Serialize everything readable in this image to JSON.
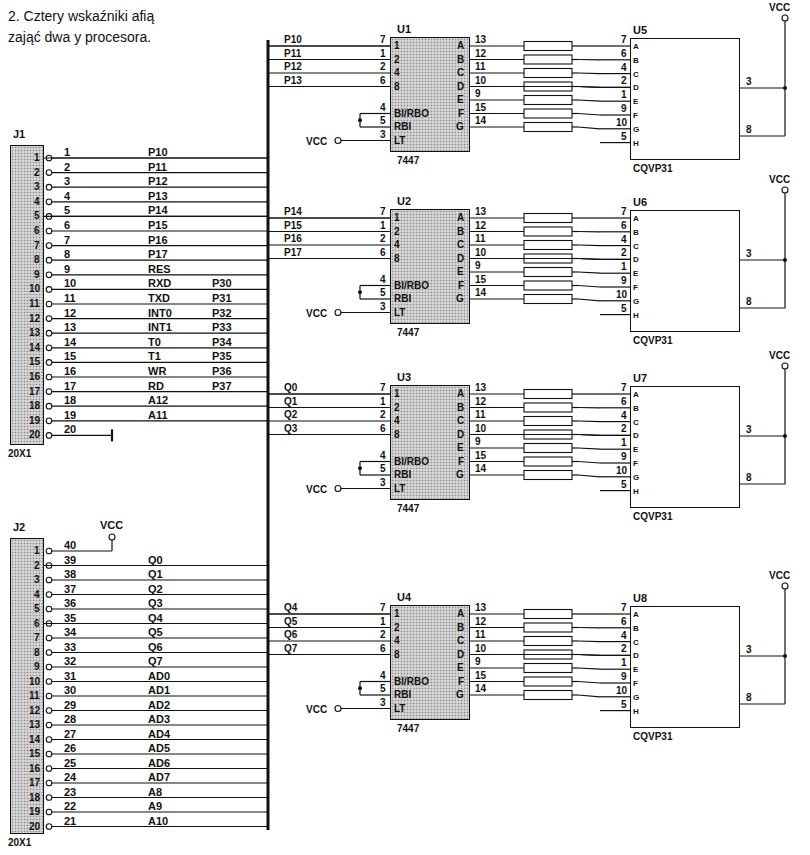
{
  "diagram": {
    "caption": "2. Cztery wskaźniki afią zająć dwa y procesora.",
    "nodes": [
      {
        "text": [
          "J1",
          "1",
          "2",
          "3",
          "4",
          "5",
          "6",
          "7",
          "8",
          "9",
          "10",
          "11",
          "12",
          "13",
          "14",
          "15",
          "16",
          "17",
          "18",
          "19",
          "20",
          "20X1"
        ]
      },
      {
        "text": [
          "J2",
          "1",
          "2",
          "3",
          "4",
          "5",
          "6",
          "7",
          "8",
          "9",
          "10",
          "11",
          "12",
          "13",
          "14",
          "15",
          "16",
          "17",
          "18",
          "19",
          "20",
          "20X1"
        ]
      },
      {
        "text": [
          "U1",
          "1",
          "2",
          "4",
          "8",
          "BI/RBO",
          "RBI",
          "LT",
          "A",
          "B",
          "C",
          "D",
          "E",
          "F",
          "G",
          "7447"
        ]
      },
      {
        "text": [
          "U2",
          "1",
          "2",
          "4",
          "8",
          "BI/RBO",
          "RBI",
          "LT",
          "A",
          "B",
          "C",
          "D",
          "E",
          "F",
          "G",
          "7447"
        ]
      },
      {
        "text": [
          "U3",
          "1",
          "2",
          "4",
          "8",
          "BI/RBO",
          "RBI",
          "LT",
          "A",
          "B",
          "C",
          "D",
          "E",
          "F",
          "G",
          "7447"
        ]
      },
      {
        "text": [
          "U4",
          "1",
          "2",
          "4",
          "8",
          "BI/RBO",
          "RBI",
          "LT",
          "A",
          "B",
          "C",
          "D",
          "E",
          "F",
          "G",
          "7447"
        ]
      },
      {
        "text": [
          "U5",
          "A",
          "B",
          "C",
          "D",
          "E",
          "F",
          "G",
          "H",
          "CQVP31"
        ]
      },
      {
        "text": [
          "U6",
          "A",
          "B",
          "C",
          "D",
          "E",
          "F",
          "G",
          "H",
          "CQVP31"
        ]
      },
      {
        "text": [
          "U7",
          "A",
          "B",
          "C",
          "D",
          "E",
          "F",
          "G",
          "H",
          "CQVP31"
        ]
      },
      {
        "text": [
          "U8",
          "A",
          "B",
          "C",
          "D",
          "E",
          "F",
          "G",
          "H",
          "CQVP31"
        ]
      }
    ],
    "edges": [
      {
        "from": 0,
        "to": 2,
        "arrow": "none"
      },
      {
        "from": 0,
        "to": 3,
        "arrow": "none"
      },
      {
        "from": 1,
        "to": 4,
        "arrow": "none"
      },
      {
        "from": 1,
        "to": 5,
        "arrow": "none"
      },
      {
        "from": 2,
        "to": 6,
        "arrow": "none"
      },
      {
        "from": 3,
        "to": 7,
        "arrow": "none"
      },
      {
        "from": 4,
        "to": 8,
        "arrow": "none"
      },
      {
        "from": 5,
        "to": 9,
        "arrow": "none"
      }
    ],
    "labels": [
      "1",
      "P10",
      "2",
      "P11",
      "3",
      "P12",
      "4",
      "P13",
      "5",
      "P14",
      "6",
      "P15",
      "7",
      "P16",
      "8",
      "P17",
      "9",
      "RES",
      "10",
      "RXD",
      "P30",
      "11",
      "TXD",
      "P31",
      "12",
      "INT0",
      "P32",
      "13",
      "INT1",
      "P33",
      "14",
      "T0",
      "P34",
      "15",
      "T1",
      "P35",
      "16",
      "WR",
      "P36",
      "17",
      "RD",
      "P37",
      "18",
      "A12",
      "19",
      "A11",
      "20",
      "VCC",
      "40",
      "39",
      "Q0",
      "38",
      "Q1",
      "37",
      "Q2",
      "36",
      "Q3",
      "35",
      "Q4",
      "34",
      "Q5",
      "33",
      "Q6",
      "32",
      "Q7",
      "31",
      "AD0",
      "30",
      "AD1",
      "29",
      "AD2",
      "28",
      "AD3",
      "27",
      "AD4",
      "26",
      "AD5",
      "25",
      "AD6",
      "24",
      "AD7",
      "23",
      "A8",
      "22",
      "A9",
      "21",
      "A10",
      "P10",
      "P11",
      "P12",
      "P13",
      "7",
      "1",
      "2",
      "6",
      "4",
      "5",
      "3",
      "13",
      "12",
      "11",
      "10",
      "9",
      "15",
      "14",
      "VCC",
      "P14",
      "P15",
      "P16",
      "P17",
      "7",
      "1",
      "2",
      "6",
      "4",
      "5",
      "3",
      "13",
      "12",
      "11",
      "10",
      "9",
      "15",
      "14",
      "VCC",
      "Q0",
      "Q1",
      "Q2",
      "Q3",
      "7",
      "1",
      "2",
      "6",
      "4",
      "5",
      "3",
      "13",
      "12",
      "11",
      "10",
      "9",
      "15",
      "14",
      "VCC",
      "Q4",
      "Q5",
      "Q6",
      "Q7",
      "7",
      "1",
      "2",
      "6",
      "4",
      "5",
      "3",
      "13",
      "12",
      "11",
      "10",
      "9",
      "15",
      "14",
      "VCC",
      "VCC",
      "7",
      "6",
      "4",
      "2",
      "1",
      "9",
      "10",
      "5",
      "3",
      "8",
      "VCC",
      "7",
      "6",
      "4",
      "2",
      "1",
      "9",
      "10",
      "5",
      "3",
      "8",
      "VCC",
      "7",
      "6",
      "4",
      "2",
      "1",
      "9",
      "10",
      "5",
      "3",
      "8",
      "VCC",
      "7",
      "6",
      "4",
      "2",
      "1",
      "9",
      "10",
      "5",
      "3",
      "8"
    ]
  }
}
